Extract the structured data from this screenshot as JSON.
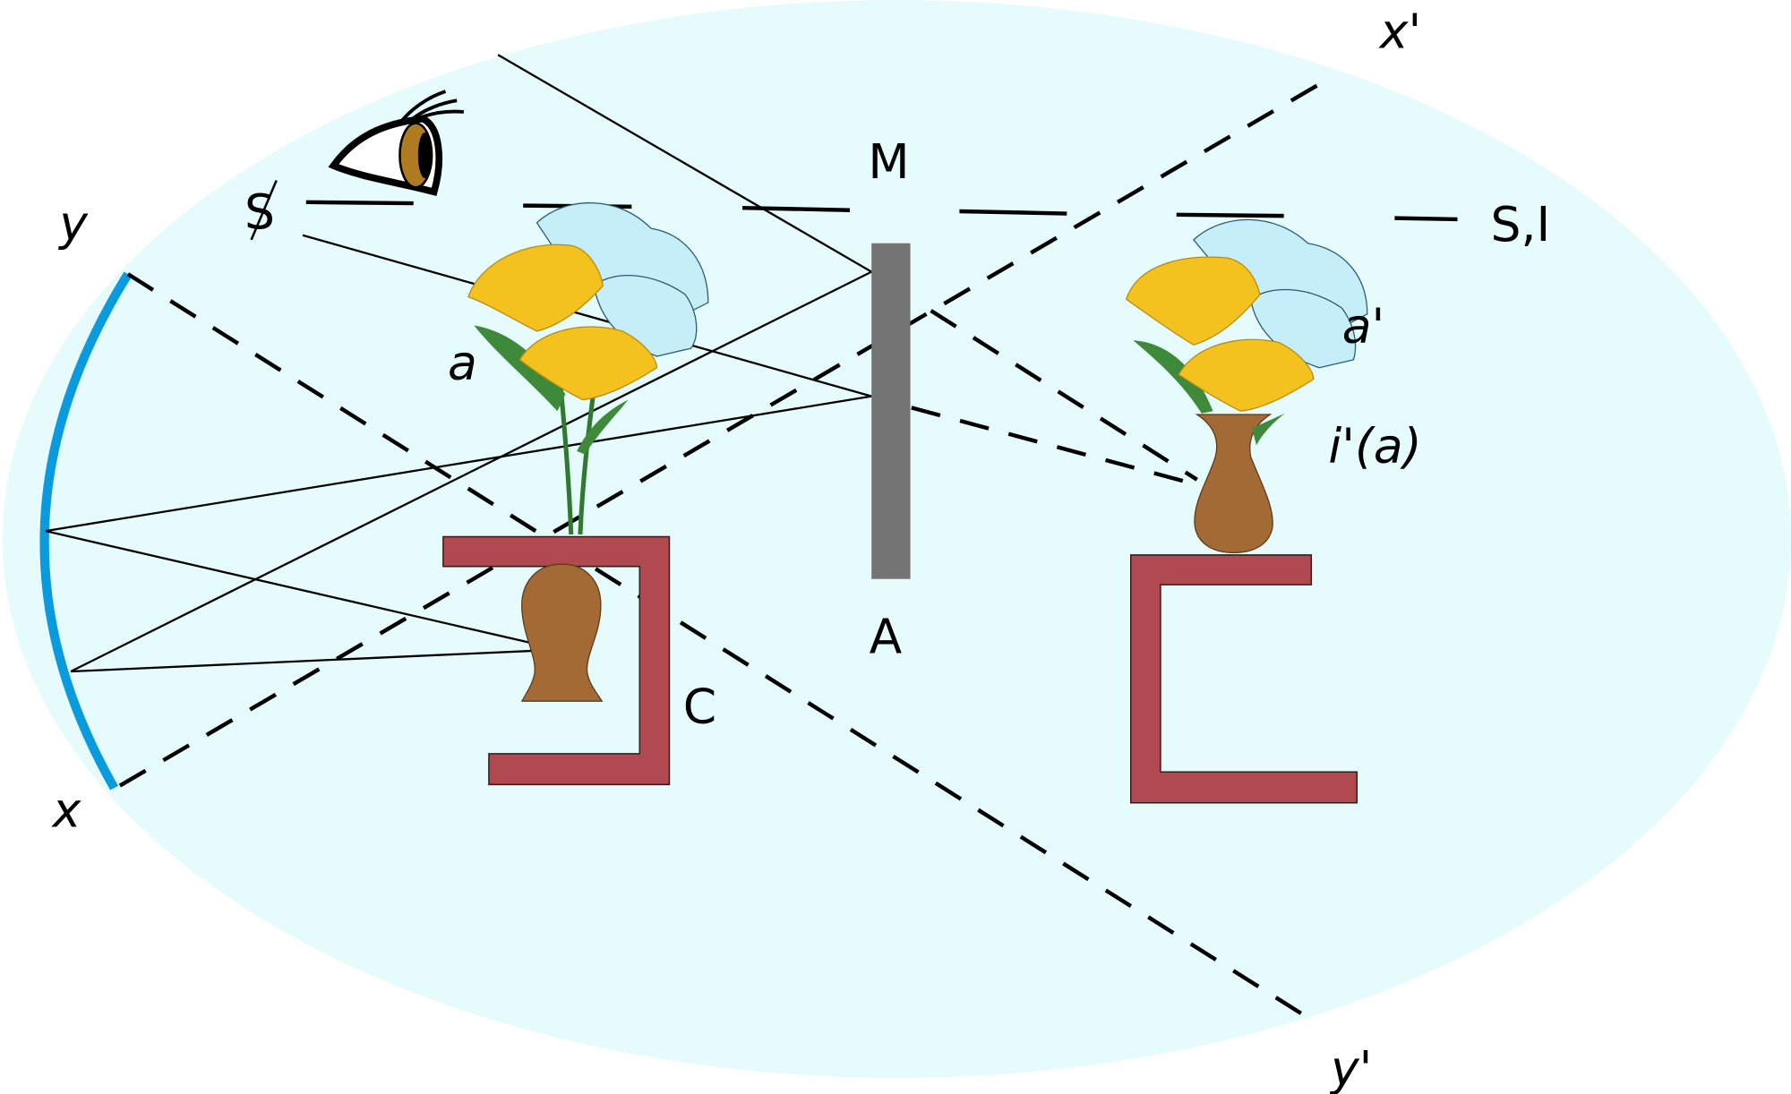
{
  "diagram": {
    "labels": {
      "y": "y",
      "S": "S",
      "a": "a",
      "M": "M",
      "SI": "S,I",
      "x_prime": "x'",
      "a_prime": "a'",
      "i_prime_a": "i'(a)",
      "A": "A",
      "C": "C",
      "x": "x",
      "y_prime": "y'"
    },
    "colors": {
      "background_ellipse": "#e6fcfc",
      "mirror_arc": "#0a9ade",
      "plane_mirror": "#737373",
      "stand": "#b04a50",
      "vase": "#a46a36"
    }
  }
}
